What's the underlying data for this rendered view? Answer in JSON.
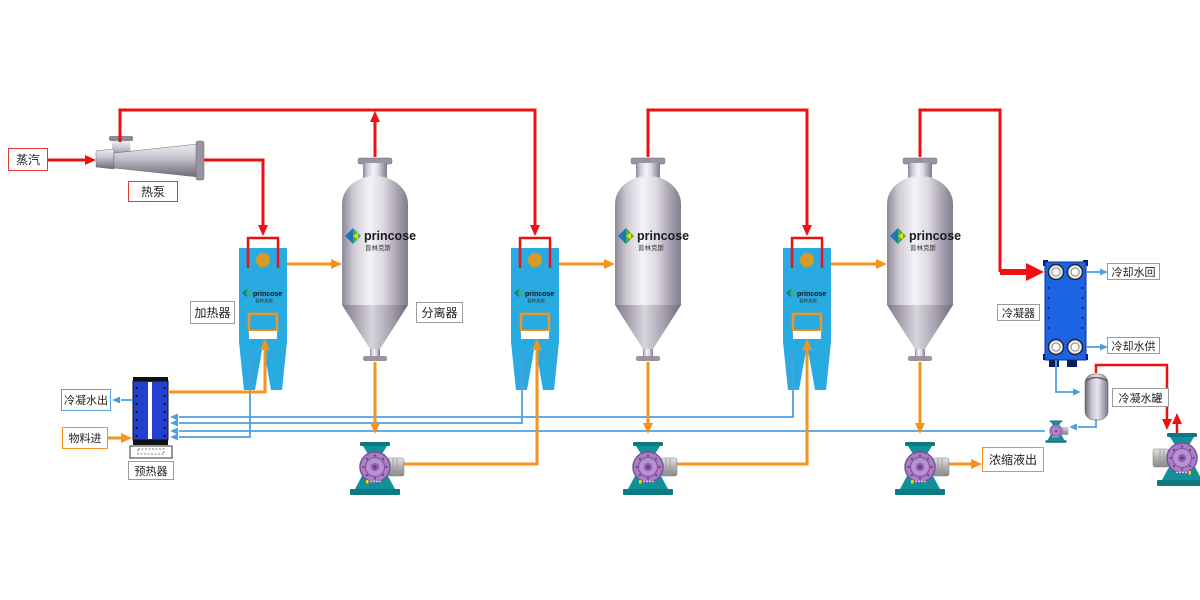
{
  "labels": {
    "steam": "蒸汽",
    "heat_pump": "热泵",
    "heater": "加热器",
    "separator": "分离器",
    "condenser": "冷凝器",
    "cooling_water_return": "冷却水回",
    "cooling_water_supply": "冷却水供",
    "condensate_tank": "冷凝水罐",
    "condensate_out": "冷凝水出",
    "material_in": "物料进",
    "preheater": "预热器",
    "concentrate_out": "浓缩液出"
  },
  "brand": {
    "name": "princose",
    "name_zh": "普林克斯"
  },
  "colors": {
    "steam_line": "#EE1111",
    "material_line": "#F7941D",
    "water_line": "#4F9FE0",
    "heater_body": "#29ABE2",
    "condenser_body": "#1C64E4",
    "preheater_body": "#2340CF",
    "pump_teal": "#12909A",
    "pump_casing": "#A97FC4"
  }
}
